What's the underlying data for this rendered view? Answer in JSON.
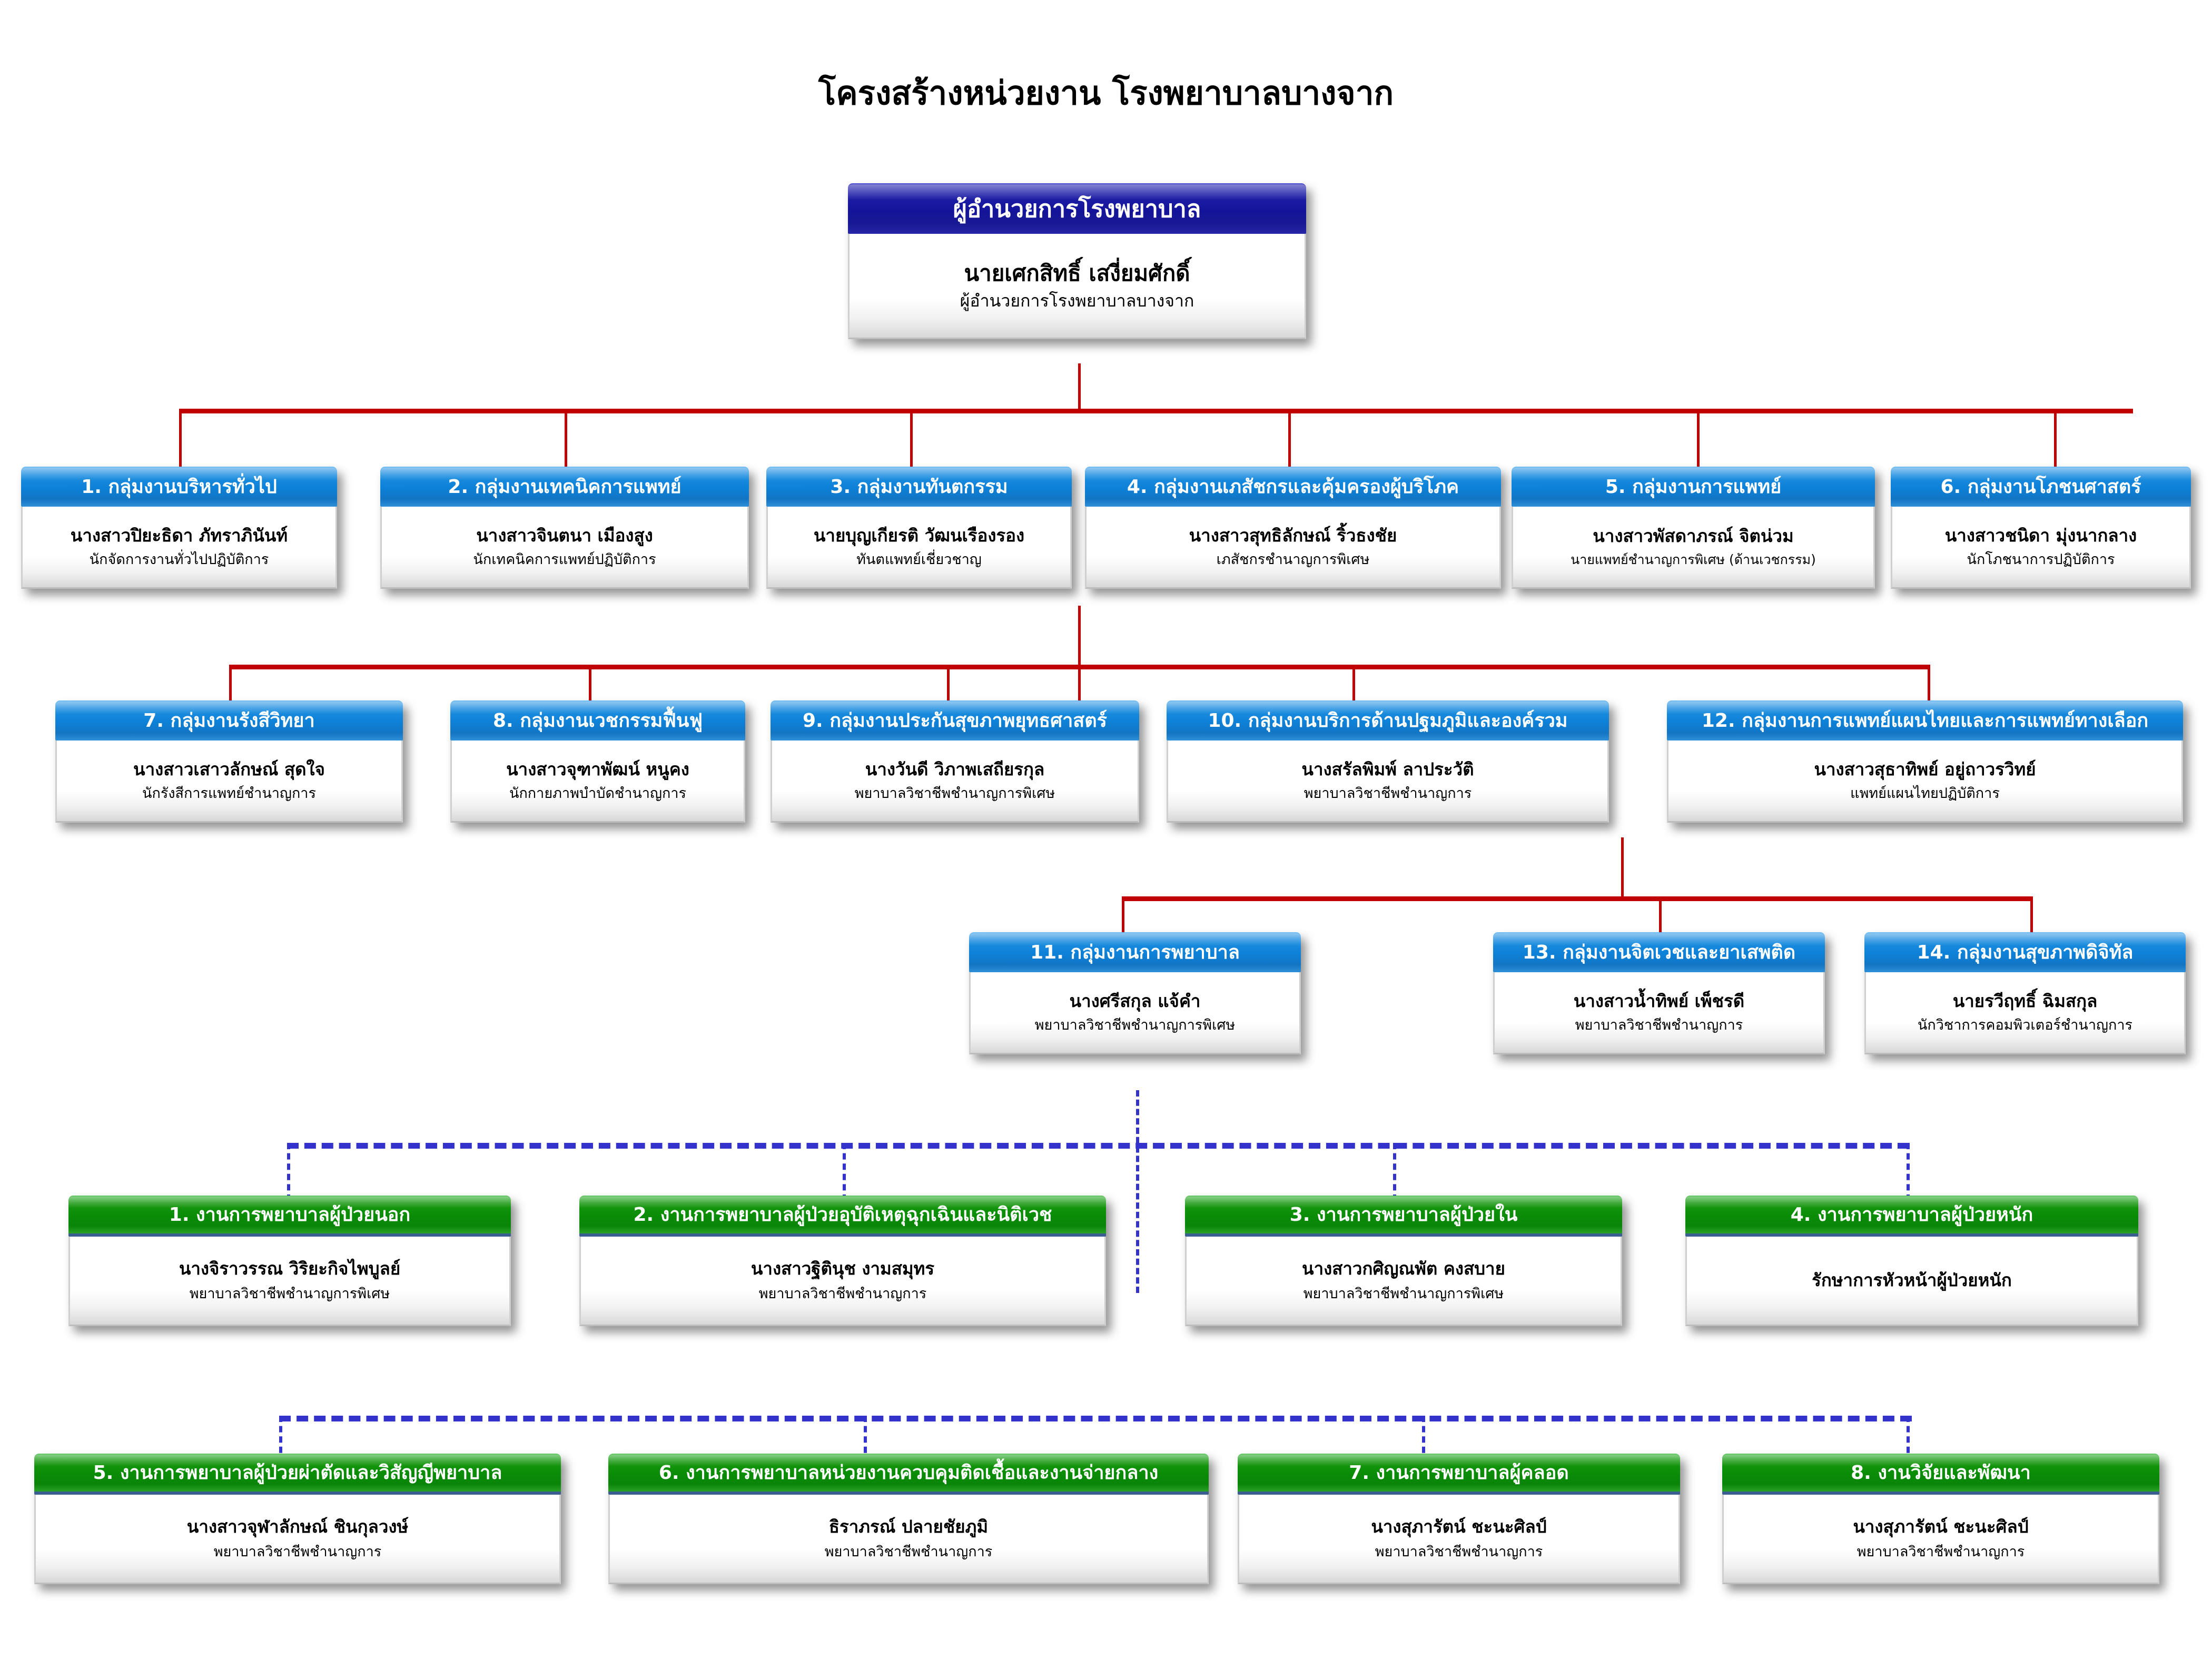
{
  "title": "โครงสร้างหน่วยงาน โรงพยาบาลบางจาก",
  "colors": {
    "director_header": "#14149a",
    "group_header": "#0d81d8",
    "nursing_header": "#0a8c07",
    "connector_solid": "#c00000",
    "connector_dashed": "#3333cc",
    "box_body": "#ffffff"
  },
  "director": {
    "header": "ผู้อำนวยการโรงพยาบาล",
    "name": "นายเศกสิทธิ์  เสงี่ยมศักดิ์",
    "position": "ผู้อำนวยการโรงพยาบาลบางจาก"
  },
  "groups_row1": [
    {
      "header": "1. กลุ่มงานบริหารทั่วไป",
      "name": "นางสาวปิยะธิดา ภัทราภินันท์",
      "position": "นักจัดการงานทั่วไปปฏิบัติการ"
    },
    {
      "header": "2. กลุ่มงานเทคนิคการแพทย์",
      "name": "นางสาวจินตนา  เมืองสูง",
      "position": "นักเทคนิคการแพทย์ปฏิบัติการ"
    },
    {
      "header": "3. กลุ่มงานทันตกรรม",
      "name": "นายบุญเกียรติ  วัฒนเรืองรอง",
      "position": "ทันตแพทย์เชี่ยวชาญ"
    },
    {
      "header": "4. กลุ่มงานเภสัชกรและคุ้มครองผู้บริโภค",
      "name": "นางสาวสุทธิลักษณ์  ริ้วธงชัย",
      "position": "เภสัชกรชำนาญการพิเศษ"
    },
    {
      "header": "5. กลุ่มงานการแพทย์",
      "name": "นางสาวพัสดาภรณ์ จิตน่วม",
      "position": "นายแพทย์ชำนาญการพิเศษ (ด้านเวชกรรม)"
    },
    {
      "header": "6. กลุ่มงานโภชนศาสตร์",
      "name": "นางสาวชนิดา  มุ่งนากลาง",
      "position": "นักโภชนาการปฏิบัติการ"
    }
  ],
  "groups_row2": [
    {
      "header": "7. กลุ่มงานรังสีวิทยา",
      "name": "นางสาวเสาวลักษณ์  สุดใจ",
      "position": "นักรังสีการแพทย์ชำนาญการ"
    },
    {
      "header": "8. กลุ่มงานเวชกรรมฟื้นฟู",
      "name": "นางสาวจุฑาพัฒน์  หนูคง",
      "position": "นักกายภาพบำบัดชำนาญการ"
    },
    {
      "header": "9. กลุ่มงานประกันสุขภาพยุทธศาสตร์",
      "name": "นางวันดี วิภาพเสถียรกุล",
      "position": "พยาบาลวิชาชีพชำนาญการพิเศษ"
    },
    {
      "header": "10. กลุ่มงานบริการด้านปฐมภูมิและองค์รวม",
      "name": "นางสรัลพิมพ์  ลาประวัติ",
      "position": "พยาบาลวิชาชีพชำนาญการ"
    },
    {
      "header": "12. กลุ่มงานการแพทย์แผนไทยและการแพทย์ทางเลือก",
      "name": "นางสาวสุธาทิพย์  อยู่ถาวรวิทย์",
      "position": "แพทย์แผนไทยปฏิบัติการ"
    }
  ],
  "groups_row3": [
    {
      "header": "11. กลุ่มงานการพยาบาล",
      "name": "นางศรีสกุล  แจ้คำ",
      "position": "พยาบาลวิชาชีพชำนาญการพิเศษ"
    },
    {
      "header": "13. กลุ่มงานจิตเวชและยาเสพติด",
      "name": "นางสาวน้ำทิพย์  เพ็ชรดี",
      "position": "พยาบาลวิชาชีพชำนาญการ"
    },
    {
      "header": "14. กลุ่มงานสุขภาพดิจิทัล",
      "name": "นายรวีฤทธิ์  ฉิมสกุล",
      "position": "นักวิชาการคอมพิวเตอร์ชำนาญการ"
    }
  ],
  "nursing_row1": [
    {
      "header": "1. งานการพยาบาลผู้ป่วยนอก",
      "name": "นางจิราวรรณ  วิริยะกิจไพบูลย์",
      "position": "พยาบาลวิชาชีพชำนาญการพิเศษ"
    },
    {
      "header": "2. งานการพยาบาลผู้ป่วยอุบัติเหตุฉุกเฉินและนิติเวช",
      "name": "นางสาวฐิตินุช  งามสมุทร",
      "position": "พยาบาลวิชาชีพชำนาญการ"
    },
    {
      "header": "3. งานการพยาบาลผู้ป่วยใน",
      "name": "นางสาวกศิญณพัต  คงสบาย",
      "position": "พยาบาลวิชาชีพชำนาญการพิเศษ"
    },
    {
      "header": "4. งานการพยาบาลผู้ป่วยหนัก",
      "name": "รักษาการหัวหน้าผู้ป่วยหนัก",
      "position": ""
    }
  ],
  "nursing_row2": [
    {
      "header": "5. งานการพยาบาลผู้ป่วยผ่าตัดและวิสัญญีพยาบาล",
      "name": "นางสาวจุฬาลักษณ์  ชินกุลวงษ์",
      "position": "พยาบาลวิชาชีพชำนาญการ"
    },
    {
      "header": "6. งานการพยาบาลหน่วยงานควบคุมติดเชื้อและงานจ่ายกลาง",
      "name": "ธิราภรณ์  ปลายชัยภูมิ",
      "position": "พยาบาลวิชาชีพชำนาญการ"
    },
    {
      "header": "7. งานการพยาบาลผู้คลอด",
      "name": "นางสุภารัตน์  ชะนะศิลป์",
      "position": "พยาบาลวิชาชีพชำนาญการ"
    },
    {
      "header": "8. งานวิจัยและพัฒนา",
      "name": "นางสุภารัตน์  ชะนะศิลป์",
      "position": "พยาบาลวิชาชีพชำนาญการ"
    }
  ]
}
